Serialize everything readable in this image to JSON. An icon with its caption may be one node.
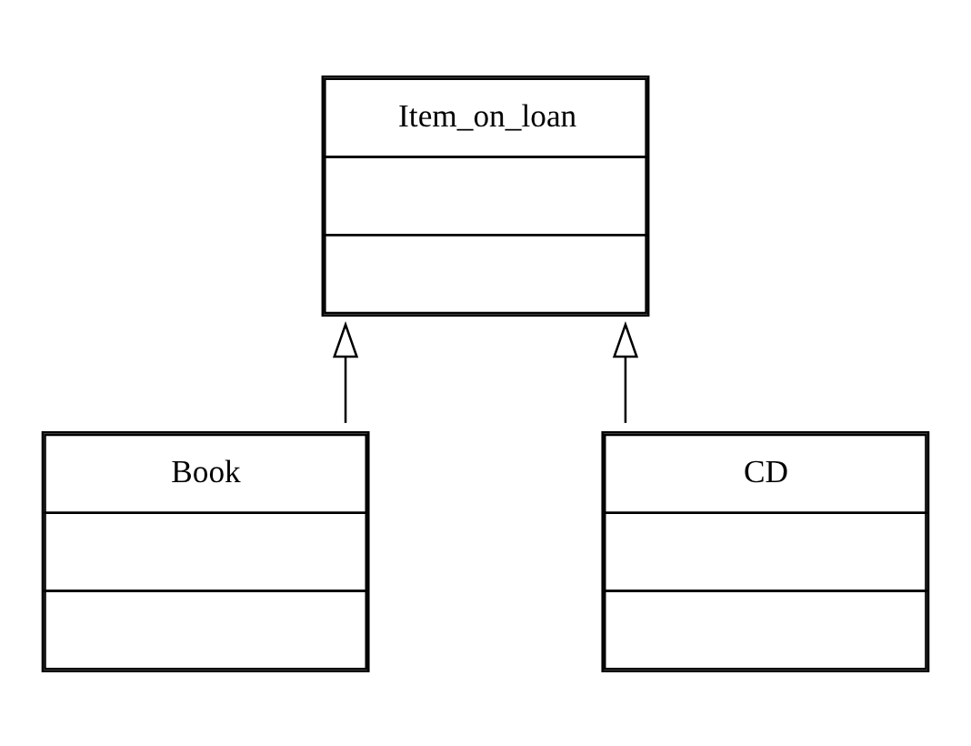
{
  "diagram": {
    "nodes": [
      {
        "text": [
          "Item_on_loan"
        ]
      },
      {
        "text": [
          "Book"
        ]
      },
      {
        "text": [
          "CD"
        ]
      }
    ],
    "edges": [
      {
        "from": 1,
        "to": 0,
        "arrow": "to"
      },
      {
        "from": 2,
        "to": 0,
        "arrow": "to"
      }
    ]
  }
}
